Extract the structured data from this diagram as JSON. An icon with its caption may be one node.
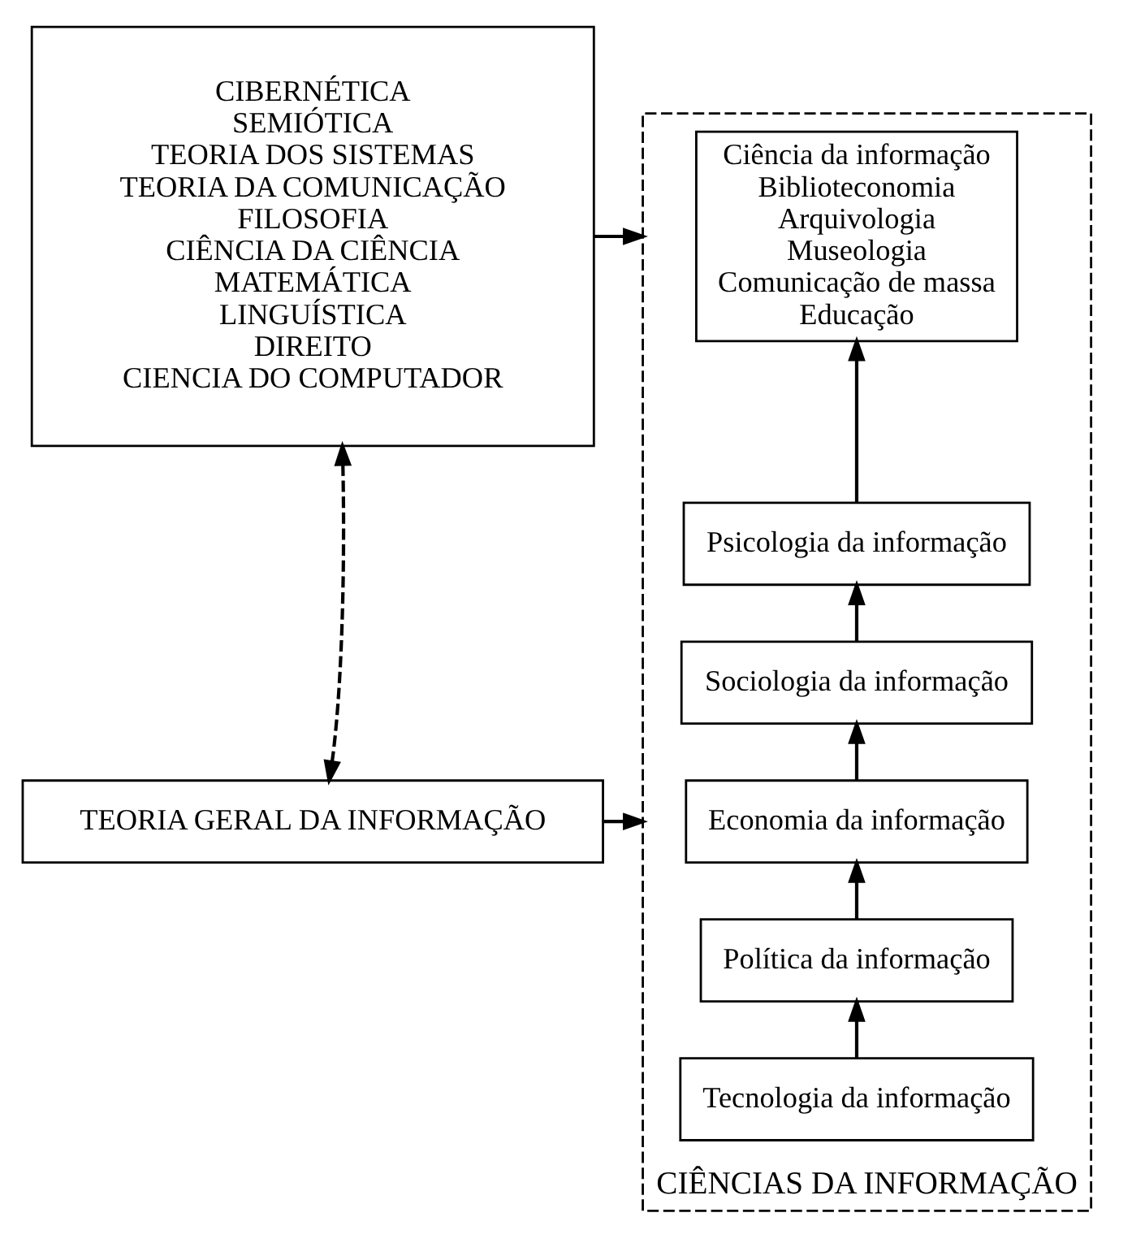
{
  "diagram": {
    "nodes": [
      {
        "text": [
          "CIBERNÉTICA",
          "SEMIÓTICA",
          "TEORIA DOS SISTEMAS",
          "TEORIA DA COMUNICAÇÃO",
          "FILOSOFIA",
          "CIÊNCIA DA CIÊNCIA",
          "MATEMÁTICA",
          "LINGUÍSTICA",
          "DIREITO",
          "CIENCIA DO COMPUTADOR"
        ]
      },
      {
        "text": [
          "TEORIA GERAL DA INFORMAÇÃO"
        ]
      },
      {
        "text": [
          "CIÊNCIAS DA INFORMAÇÃO"
        ]
      },
      {
        "text": [
          "Ciência da informação",
          "Biblioteconomia",
          "Arquivologia",
          "Museologia",
          "Comunicação de massa",
          "Educação"
        ],
        "in": 2
      },
      {
        "text": [
          "Psicologia da informação"
        ],
        "in": 2
      },
      {
        "text": [
          "Sociologia da informação"
        ],
        "in": 2
      },
      {
        "text": [
          "Economia da informação"
        ],
        "in": 2
      },
      {
        "text": [
          "Política da informação"
        ],
        "in": 2
      },
      {
        "text": [
          "Tecnologia da informação"
        ],
        "in": 2
      }
    ],
    "edges": [
      {
        "from": 0,
        "to": 2,
        "arrow": "to"
      },
      {
        "from": 0,
        "to": 1,
        "arrow": "both",
        "style": "dashed"
      },
      {
        "from": 1,
        "to": 2,
        "arrow": "to"
      },
      {
        "from": 8,
        "to": 7,
        "arrow": "to"
      },
      {
        "from": 7,
        "to": 6,
        "arrow": "to"
      },
      {
        "from": 6,
        "to": 5,
        "arrow": "to"
      },
      {
        "from": 5,
        "to": 4,
        "arrow": "to"
      },
      {
        "from": 4,
        "to": 3,
        "arrow": "to"
      }
    ]
  }
}
